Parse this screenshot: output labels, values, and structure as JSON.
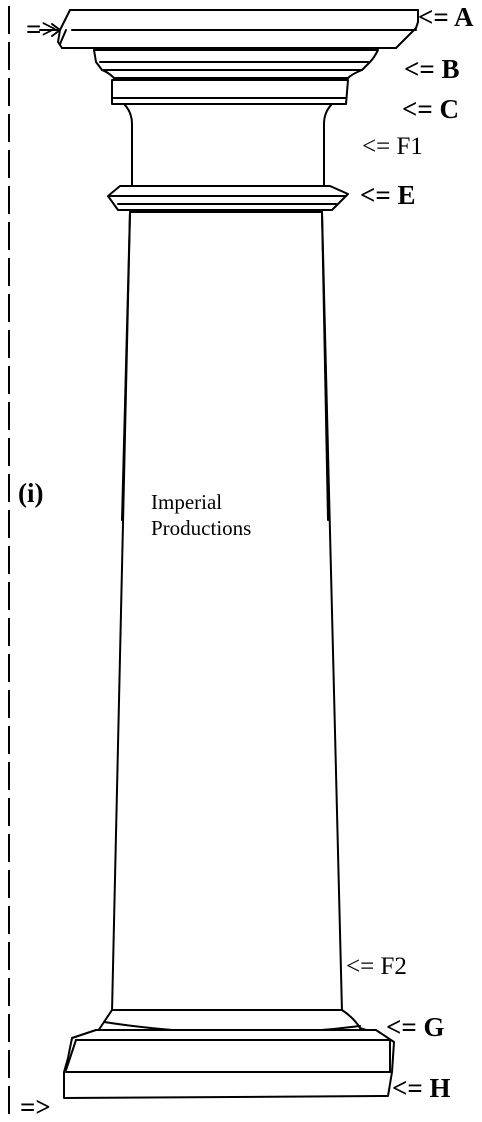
{
  "labels": {
    "top_arrow": "=>",
    "A": "<= A",
    "B": "<= B",
    "C": "<= C",
    "F1": "<= F1",
    "E": "<= E",
    "i": "(i)",
    "F2": "<= F2",
    "G": "<= G",
    "H": "<= H",
    "bottom_arrow": "=>"
  },
  "watermark": {
    "line1": "Imperial",
    "line2": "Productions"
  },
  "colors": {
    "line": "#000000",
    "background": "#ffffff"
  }
}
